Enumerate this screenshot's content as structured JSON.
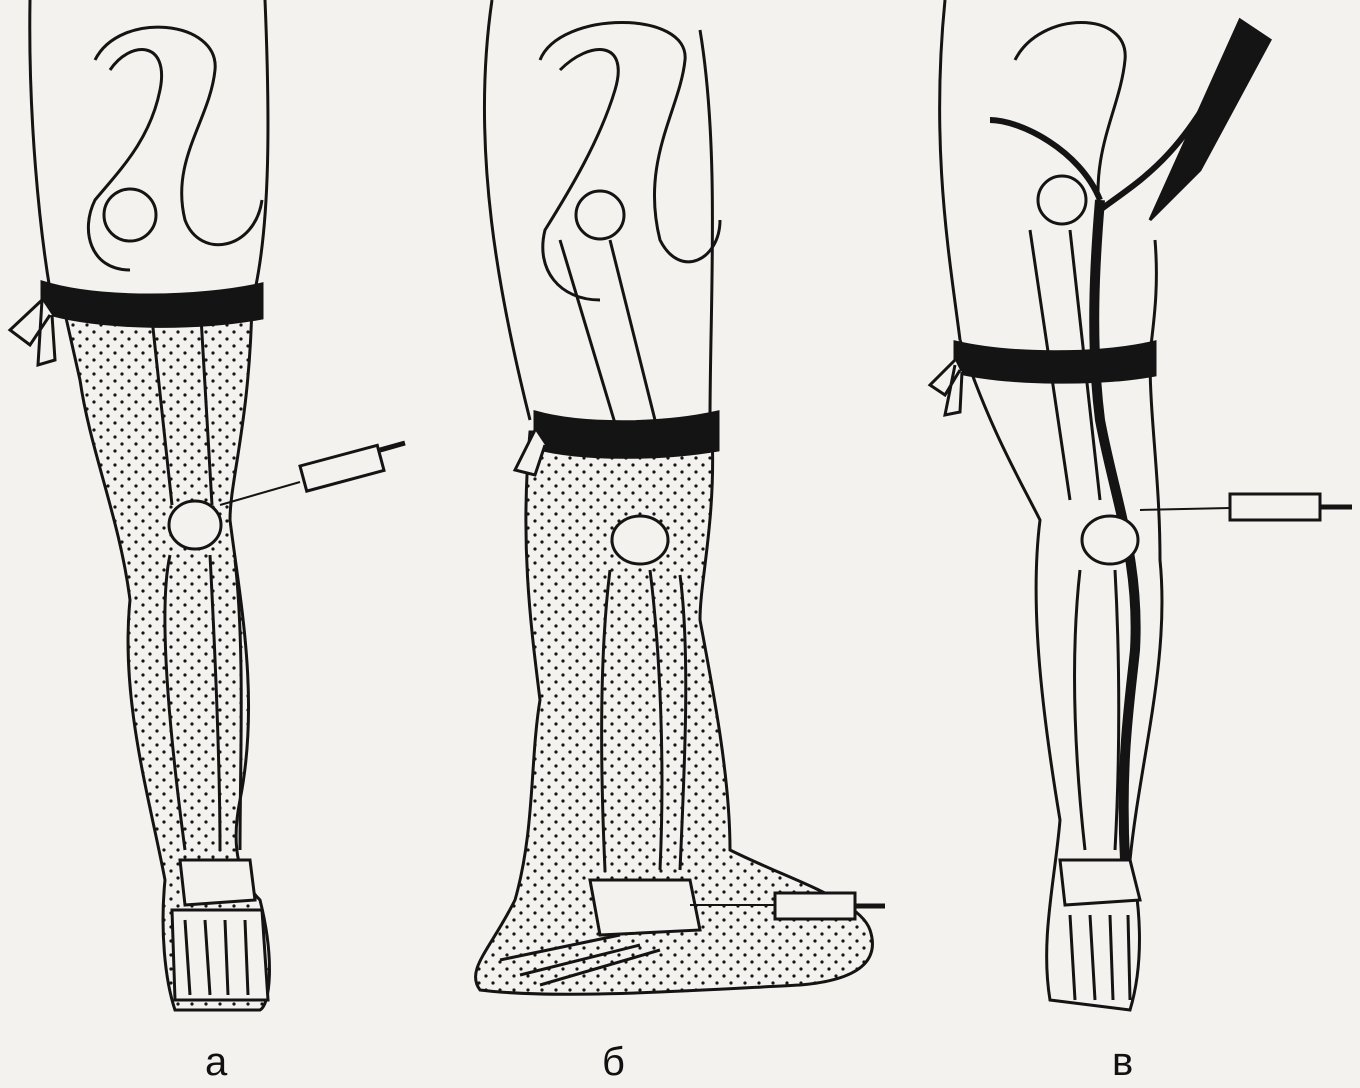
{
  "panels": [
    {
      "id": "a",
      "label": "а"
    },
    {
      "id": "b",
      "label": "б"
    },
    {
      "id": "v",
      "label": "в"
    }
  ],
  "colors": {
    "ink": "#141414",
    "paper": "#f3f2ee",
    "bleed_text": "#d8d6d0"
  }
}
